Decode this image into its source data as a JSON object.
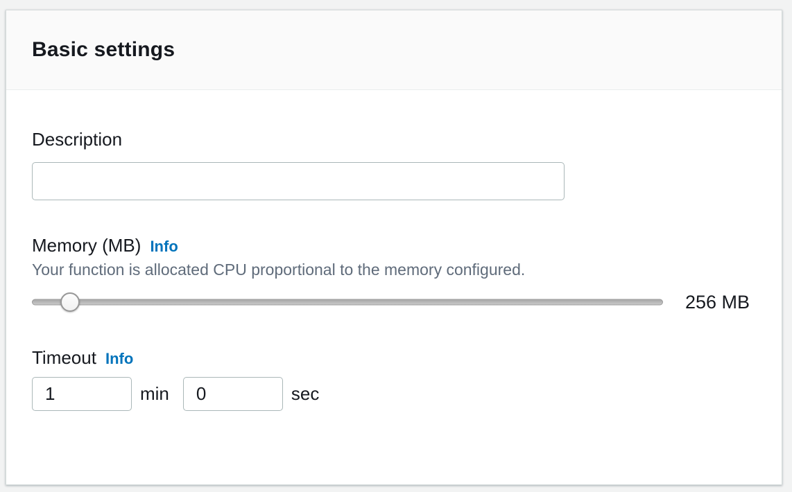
{
  "panel": {
    "title": "Basic settings"
  },
  "description": {
    "label": "Description",
    "value": "",
    "placeholder": ""
  },
  "memory": {
    "label": "Memory (MB)",
    "info": "Info",
    "helper": "Your function is allocated CPU proportional to the memory configured.",
    "value": "256 MB",
    "slider_percent": 6
  },
  "timeout": {
    "label": "Timeout",
    "info": "Info",
    "minutes": "1",
    "minutes_unit": "min",
    "seconds": "0",
    "seconds_unit": "sec"
  },
  "colors": {
    "link_blue": "#0073bb",
    "text_dark": "#16191f",
    "text_muted": "#5f6b7a",
    "input_border": "#aab7b8",
    "header_bg": "#fafafa",
    "page_bg": "#f2f3f3"
  }
}
